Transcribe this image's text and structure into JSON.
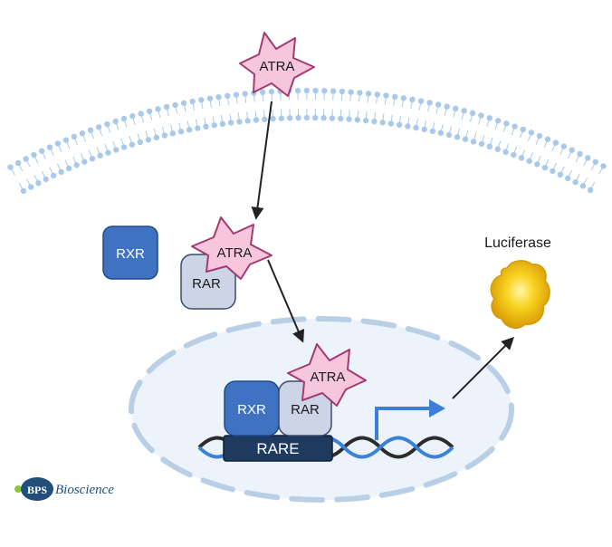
{
  "labels": {
    "atra_outside": "ATRA",
    "atra_cytoplasm": "ATRA",
    "atra_nucleus": "ATRA",
    "rxr_cytoplasm": "RXR",
    "rar_cytoplasm": "RAR",
    "rxr_nucleus": "RXR",
    "rar_nucleus": "RAR",
    "rare": "RARE",
    "luciferase": "Luciferase"
  },
  "logo": {
    "mark": "BPS",
    "name": "Bioscience"
  },
  "colors": {
    "atra_fill": "#f6c6dc",
    "atra_stroke": "#a23b72",
    "rxr_fill": "#3f72c0",
    "rar_fill": "#cdd4e6",
    "rare_fill": "#1f3a5f",
    "membrane": "#a9c9ea",
    "nucleus_fill": "#edf3fa",
    "nucleus_stroke": "#b9cfe5",
    "promoter_arrow": "#3b7fd9",
    "dna_dark": "#2b2b2b",
    "dna_blue": "#3b82d6",
    "luciferase": "#f2c21a"
  }
}
